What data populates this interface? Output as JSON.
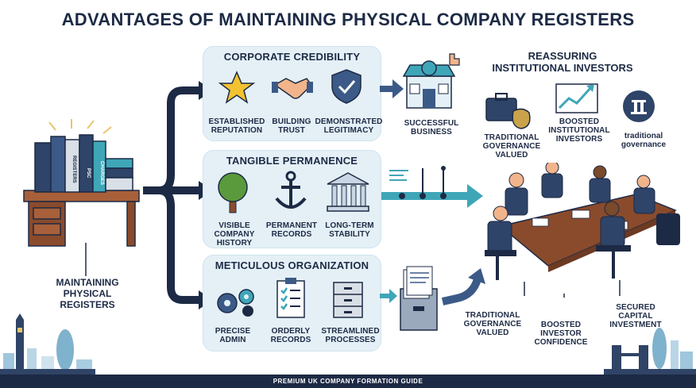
{
  "title": "ADVANTAGES OF MAINTAINING PHYSICAL COMPANY REGISTERS",
  "left_label": "MAINTAINING\nPHYSICAL\nREGISTERS",
  "panels": {
    "credibility": {
      "title": "CORPORATE CREDIBILITY",
      "items": [
        "ESTABLISHED\nREPUTATION",
        "BUILDING\nTRUST",
        "DEMONSTRATED\nLEGITIMACY"
      ],
      "outcome": "SUCCESSFUL\nBUSINESS"
    },
    "permanence": {
      "title": "TANGIBLE PERMANENCE",
      "items": [
        "VISIBLE\nCOMPANY\nHISTORY",
        "PERMANENT\nRECORDS",
        "LONG-TERM\nSTABILITY"
      ]
    },
    "organization": {
      "title": "METICULOUS ORGANIZATION",
      "items": [
        "PRECISE\nADMIN",
        "ORDERLY\nRECORDS",
        "STREAMLINED\nPROCESSES"
      ]
    }
  },
  "investors": {
    "title": "REASSURING\nINSTITUTIONAL INVESTORS",
    "top_left": "TRADITIONAL\nGOVERNANCE\nVALUED",
    "top_center": "BOOSTED\nINSTITUTIONAL\nINVESTORS",
    "top_right": "traditional\ngovernance",
    "bottom_left": "TRADITIONAL\nGOVERNANCE\nVALUED",
    "bottom_center": "BOOSTED\nINVESTOR\nCONFIDENCE",
    "bottom_right": "SECURED\nCAPITAL\nINVESTMENT"
  },
  "binder_labels": [
    "REGISTERS",
    "PSC",
    "CHARGES"
  ],
  "footer": "PREMIUM UK COMPANY FORMATION GUIDE",
  "colors": {
    "navy": "#1d2a45",
    "teal": "#3fa6b8",
    "panel": "#e4f0f6",
    "wood": "#8a4b2c"
  }
}
